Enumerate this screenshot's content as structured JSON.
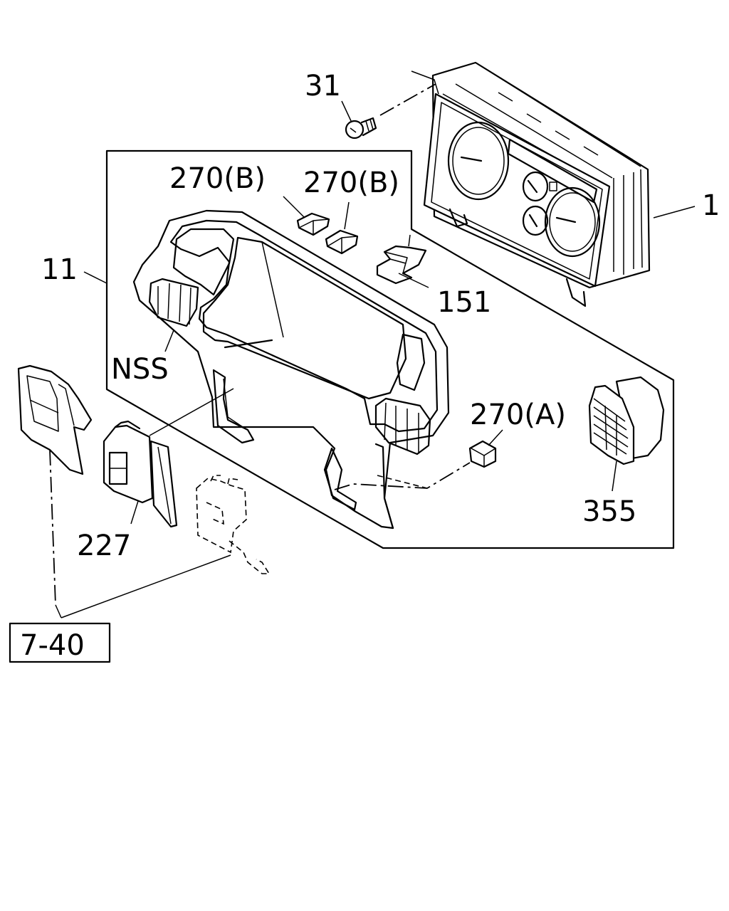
{
  "callouts": {
    "p31": "31",
    "p1": "1",
    "p270b_left": "270(B)",
    "p270b_right": "270(B)",
    "p11": "11",
    "p151": "151",
    "nss": "NSS",
    "p270a": "270(A)",
    "p355": "355",
    "p227": "227",
    "ref": "7-40"
  }
}
